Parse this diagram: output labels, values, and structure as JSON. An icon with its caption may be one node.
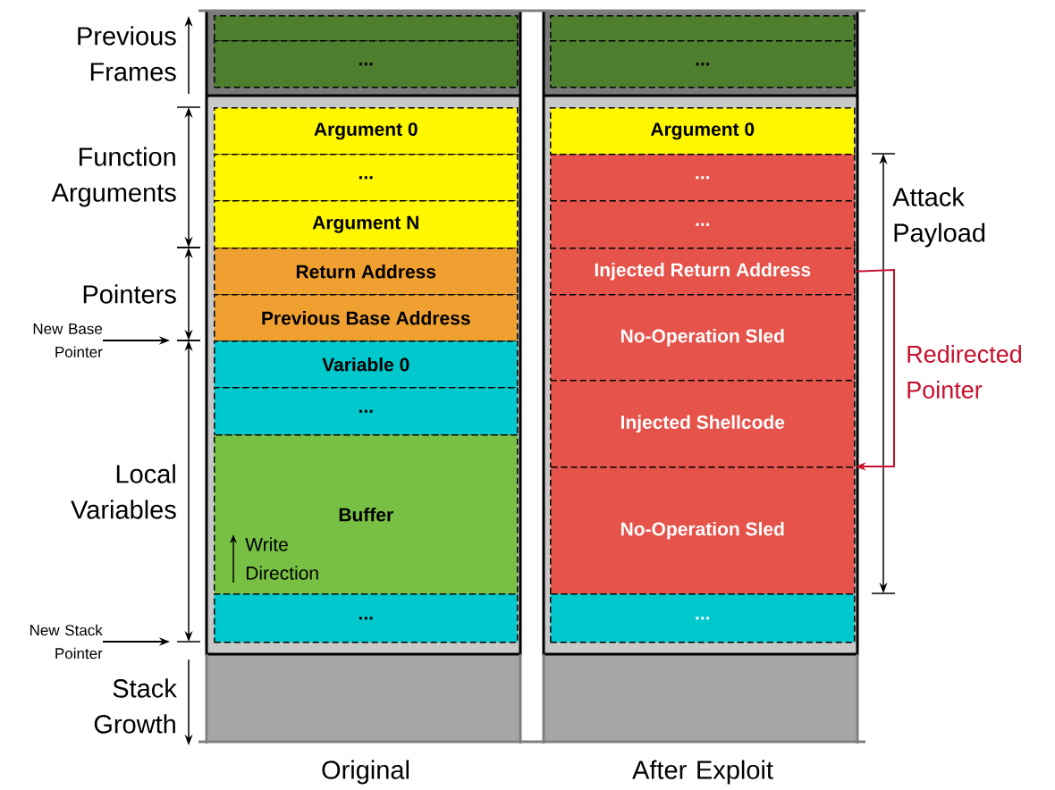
{
  "diagram": {
    "nodes": [
      {
        "text": [],
        "shape": "box"
      },
      {
        "text": [
          "..."
        ]
      },
      {
        "text": [
          "Argument 0"
        ]
      },
      {
        "text": [
          "..."
        ]
      },
      {
        "text": [
          "Argument N"
        ]
      },
      {
        "text": [
          "Return Address"
        ]
      },
      {
        "text": [
          "Previous Base Address"
        ]
      },
      {
        "text": [
          "Variable 0"
        ]
      },
      {
        "text": [
          "..."
        ]
      },
      {
        "text": [
          "Buffer",
          "Write Direction"
        ]
      },
      {
        "text": [
          "..."
        ]
      },
      {
        "text": [],
        "shape": "box"
      },
      {
        "text": [
          "..."
        ]
      },
      {
        "text": [
          "Argument 0"
        ]
      },
      {
        "text": [
          "..."
        ]
      },
      {
        "text": [
          "..."
        ]
      },
      {
        "text": [
          "Injected Return Address"
        ]
      },
      {
        "text": [
          "No-Operation Sled"
        ]
      },
      {
        "text": [
          "Injected Shellcode"
        ]
      },
      {
        "text": [
          "No-Operation Sled"
        ]
      },
      {
        "text": [
          "..."
        ]
      },
      {
        "text": [
          "New Base Pointer"
        ]
      },
      {
        "text": [
          "New Stack Pointer"
        ]
      }
    ],
    "edges": [
      {
        "from": 16,
        "to": 19,
        "arrow": "to",
        "label": "Redirected Pointer",
        "color": "#c8102e"
      },
      {
        "from": 21,
        "to": null,
        "arrow": "to"
      },
      {
        "from": 22,
        "to": null,
        "arrow": "to"
      }
    ],
    "labels": [
      "Previous Frames",
      "Function Arguments",
      "Pointers",
      "Attack Payload",
      "Local Variables",
      "Stack Growth",
      "Original",
      "After Exploit"
    ]
  }
}
